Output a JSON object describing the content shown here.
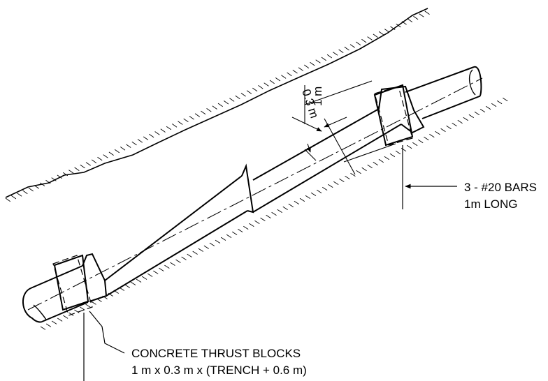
{
  "diagram": {
    "dimensions": {
      "block_length": "1 m",
      "block_thickness": "0.3 m"
    },
    "callouts": {
      "bars": {
        "line1": "3 - #20 BARS",
        "line2": "1m LONG"
      },
      "thrust_blocks": {
        "line1": "CONCRETE THRUST BLOCKS",
        "line2": "1 m x 0.3 m x (TRENCH + 0.6 m)"
      }
    }
  }
}
